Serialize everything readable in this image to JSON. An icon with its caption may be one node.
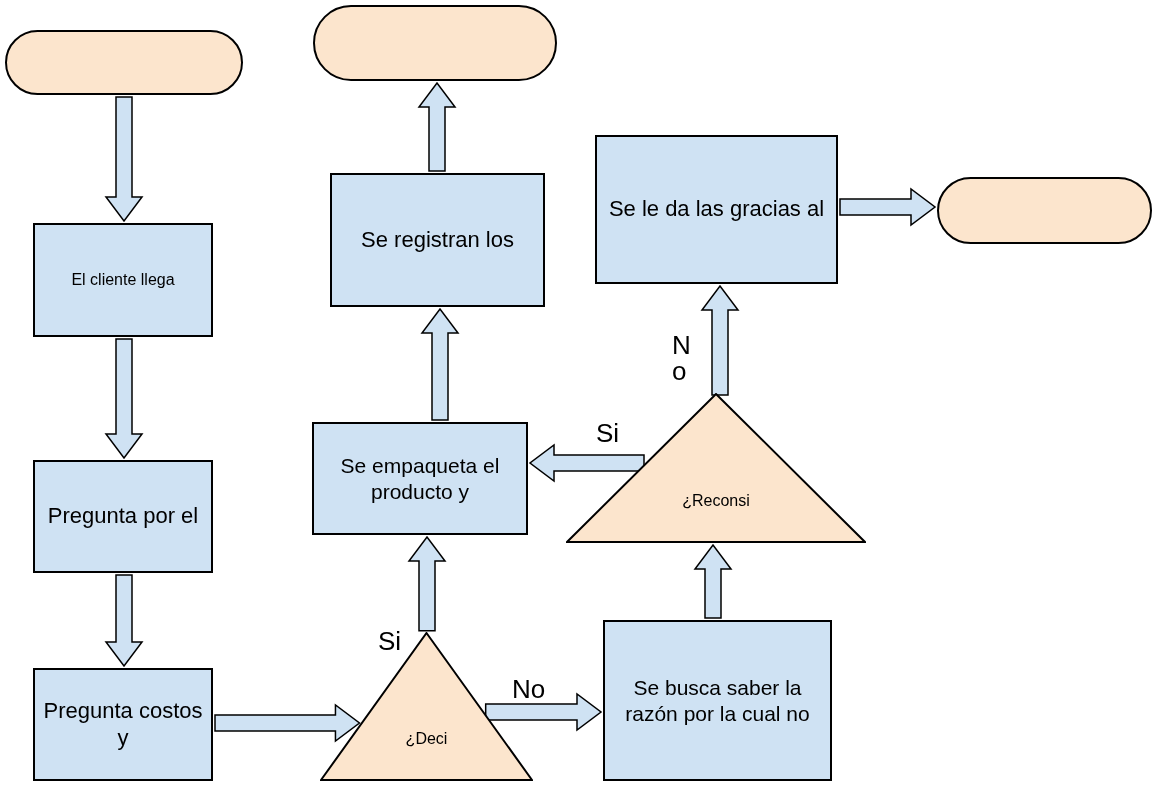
{
  "diagram": {
    "nodes": [
      {
        "text": [],
        "shape": "oval"
      },
      {
        "text": [
          "El cliente llega"
        ]
      },
      {
        "text": [
          "Pregunta por el"
        ]
      },
      {
        "text": [
          "Pregunta costos y"
        ]
      },
      {
        "text": [
          "¿Deci"
        ]
      },
      {
        "text": [
          "Se busca saber la razón por la cual no"
        ]
      },
      {
        "text": [
          "¿Reconsi"
        ]
      },
      {
        "text": [
          "Se le da las gracias al"
        ]
      },
      {
        "text": [],
        "shape": "oval"
      },
      {
        "text": [
          "Se empaqueta el producto y"
        ]
      },
      {
        "text": [
          "Se registran los"
        ]
      },
      {
        "text": [],
        "shape": "oval"
      }
    ],
    "edges": [
      {
        "from": 0,
        "to": 1,
        "arrow": "to"
      },
      {
        "from": 1,
        "to": 2,
        "arrow": "to"
      },
      {
        "from": 2,
        "to": 3,
        "arrow": "to"
      },
      {
        "from": 3,
        "to": 4,
        "arrow": "to"
      },
      {
        "from": 4,
        "to": 9,
        "arrow": "to",
        "label": "Si"
      },
      {
        "from": 4,
        "to": 5,
        "arrow": "to",
        "label": "No"
      },
      {
        "from": 5,
        "to": 6,
        "arrow": "to"
      },
      {
        "from": 6,
        "to": 9,
        "arrow": "to",
        "label": "Si"
      },
      {
        "from": 6,
        "to": 7,
        "arrow": "to",
        "label": "No"
      },
      {
        "from": 7,
        "to": 8,
        "arrow": "to"
      },
      {
        "from": 9,
        "to": 10,
        "arrow": "to"
      },
      {
        "from": 10,
        "to": 11,
        "arrow": "to"
      }
    ]
  }
}
